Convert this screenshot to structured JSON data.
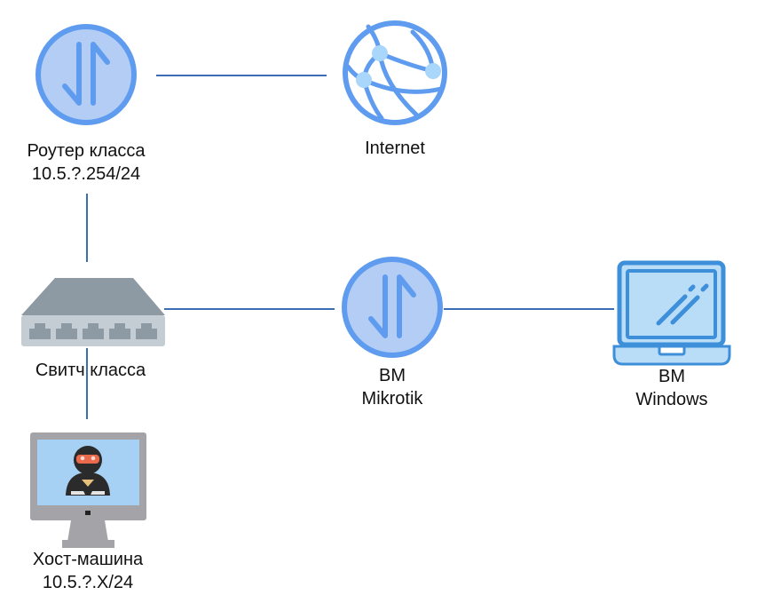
{
  "nodes": {
    "router": {
      "line1": "Роутер класса",
      "line2": "10.5.?.254/24",
      "icon": "router-icon"
    },
    "internet": {
      "line1": "Internet",
      "icon": "globe-icon"
    },
    "switch": {
      "line1": "Свитч класса",
      "icon": "network-switch-icon"
    },
    "mikrotik": {
      "line1": "ВМ",
      "line2": "Mikrotik",
      "icon": "router-icon"
    },
    "windows": {
      "line1": "ВМ",
      "line2": "Windows",
      "icon": "laptop-icon"
    },
    "host": {
      "line1": "Хост-машина",
      "line2": "10.5.?.X/24",
      "icon": "desktop-user-icon"
    }
  },
  "colors": {
    "link": "#3b6eb5",
    "router_fill": "#b3cdf5",
    "router_ring": "#5f9cf0",
    "globe": "#5f9cf0",
    "globe_node": "#a9d6fb",
    "switch_top": "#8d99a3",
    "switch_body": "#c5cdd4",
    "switch_port": "#8d99a3",
    "laptop": "#3e8fd9",
    "laptop_screen": "#b9dcf7",
    "monitor": "#a3a3a8",
    "monitor_screen": "#a6d0f4"
  },
  "links": [
    {
      "from": "router",
      "to": "internet"
    },
    {
      "from": "router",
      "to": "switch"
    },
    {
      "from": "switch",
      "to": "mikrotik"
    },
    {
      "from": "mikrotik",
      "to": "windows"
    },
    {
      "from": "switch",
      "to": "host"
    }
  ]
}
